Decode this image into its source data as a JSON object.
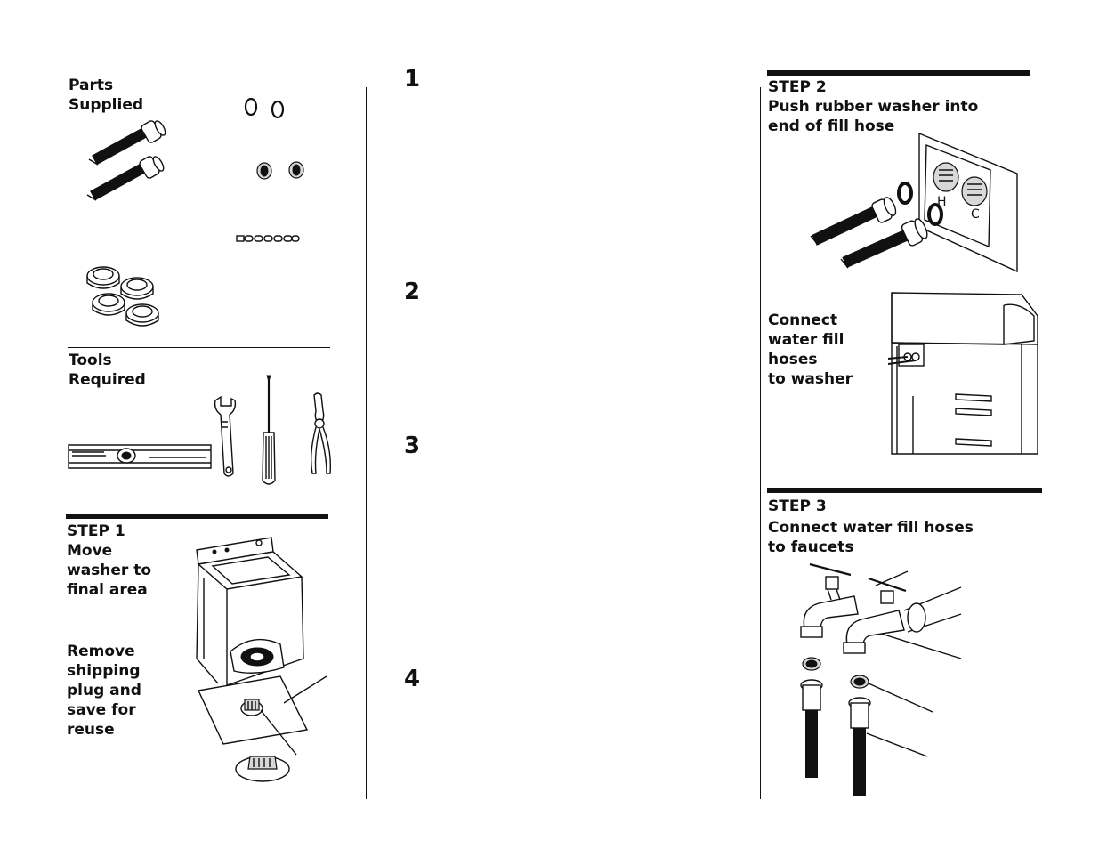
{
  "left": {
    "parts_supplied": "Parts\nSupplied",
    "tools_required": "Tools\nRequired",
    "step1_title": "STEP 1",
    "step1_move": "Move\nwasher to\nfinal area",
    "step1_remove": "Remove\nshipping\nplug and\nsave for\nreuse"
  },
  "middle": {
    "numbers": [
      "1",
      "2",
      "3",
      "4"
    ]
  },
  "right": {
    "step2_title": "STEP 2",
    "step2_text": "Push rubber washer into\nend of fill hose",
    "connect_text": "Connect\nwater fill\nhoses\nto washer",
    "step3_title": "STEP 3",
    "step3_text": "Connect water fill hoses\nto faucets",
    "inlet_labels": [
      "H",
      "C"
    ]
  }
}
